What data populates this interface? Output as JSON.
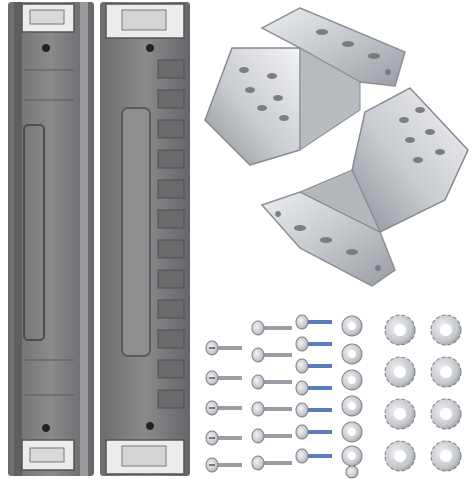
{
  "scene": {
    "subject": "stacking-kit",
    "colors": {
      "background": "#ffffff",
      "rail_plastic": "#7c7c7e",
      "rail_plastic_dark": "#5a5a5c",
      "rail_plastic_light": "#a3a3a5",
      "steel": "#c9cbcf",
      "steel_dark": "#8f9297",
      "steel_light": "#eceef1",
      "zinc_screw": "#b9bcc2",
      "zinc_screw_dark": "#7d8086",
      "blue_patch": "#5a7fb8"
    },
    "rails": {
      "count": 2
    },
    "brackets": {
      "count": 2
    },
    "fasteners": {
      "small_screws": 5,
      "medium_screws": 6,
      "blue_patch_screws": 7,
      "small_lock_washers": 7,
      "large_lock_washers": 8
    }
  }
}
